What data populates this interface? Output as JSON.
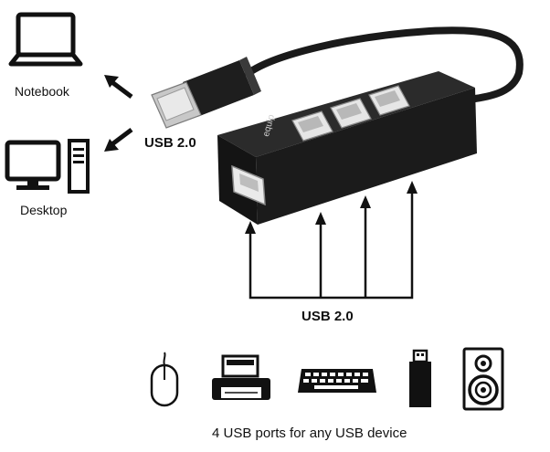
{
  "hosts": {
    "notebook_label": "Notebook",
    "desktop_label": "Desktop"
  },
  "host_link_label": "USB 2.0",
  "ports_label": "USB 2.0",
  "hub_brand": "equip",
  "devices": [
    "mouse-icon",
    "printer-icon",
    "keyboard-icon",
    "usb-stick-icon",
    "speaker-icon"
  ],
  "caption": "4 USB ports for any USB device"
}
